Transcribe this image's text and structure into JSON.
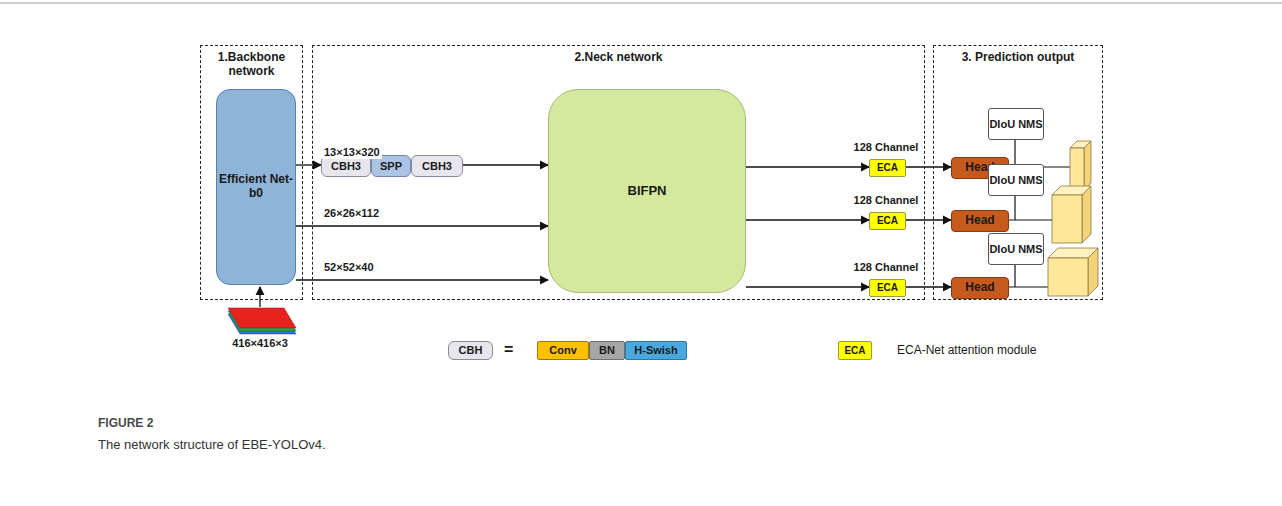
{
  "diagram": {
    "caption": "The network structure of EBE-YOLOv4.",
    "nodes": [
      {
        "text": [
          "1.Backbone network"
        ]
      },
      {
        "text": [
          "Efficient Net-b0"
        ],
        "in": 0
      },
      {
        "text": [
          "2.Neck network"
        ]
      },
      {
        "text": [
          "CBH3"
        ],
        "in": 2
      },
      {
        "text": [
          "SPP"
        ],
        "in": 2
      },
      {
        "text": [
          "CBH3"
        ],
        "in": 2
      },
      {
        "text": [
          "BIFPN"
        ],
        "in": 2
      },
      {
        "text": [
          "ECA"
        ],
        "in": 2
      },
      {
        "text": [
          "ECA"
        ],
        "in": 2
      },
      {
        "text": [
          "ECA"
        ],
        "in": 2
      },
      {
        "text": [
          "3. Prediction output"
        ]
      },
      {
        "text": [
          "Head"
        ],
        "in": 10
      },
      {
        "text": [
          "DIoU NMS"
        ],
        "in": 10
      },
      {
        "text": [
          "Head"
        ],
        "in": 10
      },
      {
        "text": [
          "DIoU NMS"
        ],
        "in": 10
      },
      {
        "text": [
          "Head"
        ],
        "in": 10
      },
      {
        "text": [
          "DIoU NMS"
        ],
        "in": 10
      },
      {
        "text": [
          "CBH"
        ]
      },
      {
        "text": [
          "Conv"
        ]
      },
      {
        "text": [
          "BN"
        ]
      },
      {
        "text": [
          "H-Swish"
        ]
      },
      {
        "text": [
          "ECA"
        ]
      }
    ],
    "edges": [
      {
        "from": 1,
        "to": 3,
        "arrow": "to",
        "label": "13×13×320"
      },
      {
        "from": 5,
        "to": 6,
        "arrow": "to"
      },
      {
        "from": 1,
        "to": 6,
        "arrow": "to",
        "label": "26×26×112"
      },
      {
        "from": 1,
        "to": 6,
        "arrow": "to",
        "label": "52×52×40"
      },
      {
        "from": 6,
        "to": 7,
        "arrow": "to"
      },
      {
        "from": 6,
        "to": 8,
        "arrow": "to"
      },
      {
        "from": 6,
        "to": 9,
        "arrow": "to"
      },
      {
        "from": 7,
        "to": 11,
        "arrow": "to"
      },
      {
        "from": 8,
        "to": 13,
        "arrow": "to"
      },
      {
        "from": 9,
        "to": 15,
        "arrow": "to"
      }
    ],
    "labels": [
      "416×416×3",
      "=",
      "ECA-Net attention module",
      "128 Channel",
      "128 Channel",
      "128 Channel",
      "FIGURE 2"
    ]
  }
}
